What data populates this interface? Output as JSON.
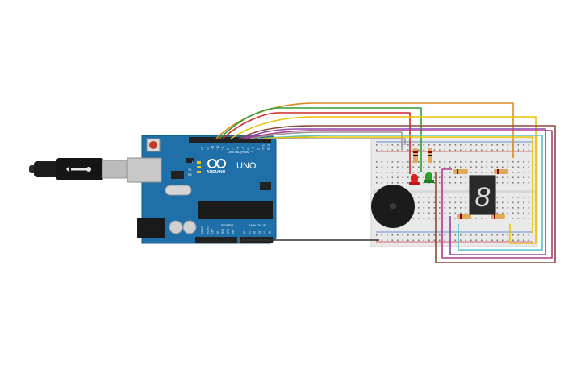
{
  "arduino": {
    "brand": "ARDUINO",
    "model": "UNO",
    "digital_label": "DIGITAL (PWM ~)",
    "power_label": "POWER",
    "analog_label": "ANALOG IN",
    "tx_label": "TX",
    "rx_label": "RX",
    "l_label": "L",
    "aref_label": "AREF",
    "gnd_label": "GND",
    "on_label": "ON",
    "digital_pins": [
      "13",
      "12",
      "~11",
      "~10",
      "~9",
      "8",
      "7",
      "~6",
      "~5",
      "4",
      "~3",
      "2",
      "TX 1",
      "RX 0"
    ],
    "power_pins": [
      "IOREF",
      "RESET",
      "3.3V",
      "5V",
      "GND",
      "GND",
      "Vin"
    ],
    "analog_pins": [
      "A0",
      "A1",
      "A2",
      "A3",
      "A4",
      "A5"
    ]
  },
  "seven_segment": {
    "digit": "8"
  },
  "colors": {
    "board": "#1f6fa8",
    "wire_orange": "#e08a1e",
    "wire_green": "#2fa02f",
    "wire_red": "#d02a2a",
    "wire_yellow": "#e8c400",
    "wire_purple": "#8e44ad",
    "wire_brown": "#8b4a3a",
    "wire_magenta": "#b03a8a",
    "wire_gray": "#9a9a9a",
    "wire_teal": "#5bc0c8",
    "wire_black": "#333333",
    "led_red": "#e02020",
    "led_green": "#2ca02c",
    "breadboard": "#e9e9e9"
  }
}
